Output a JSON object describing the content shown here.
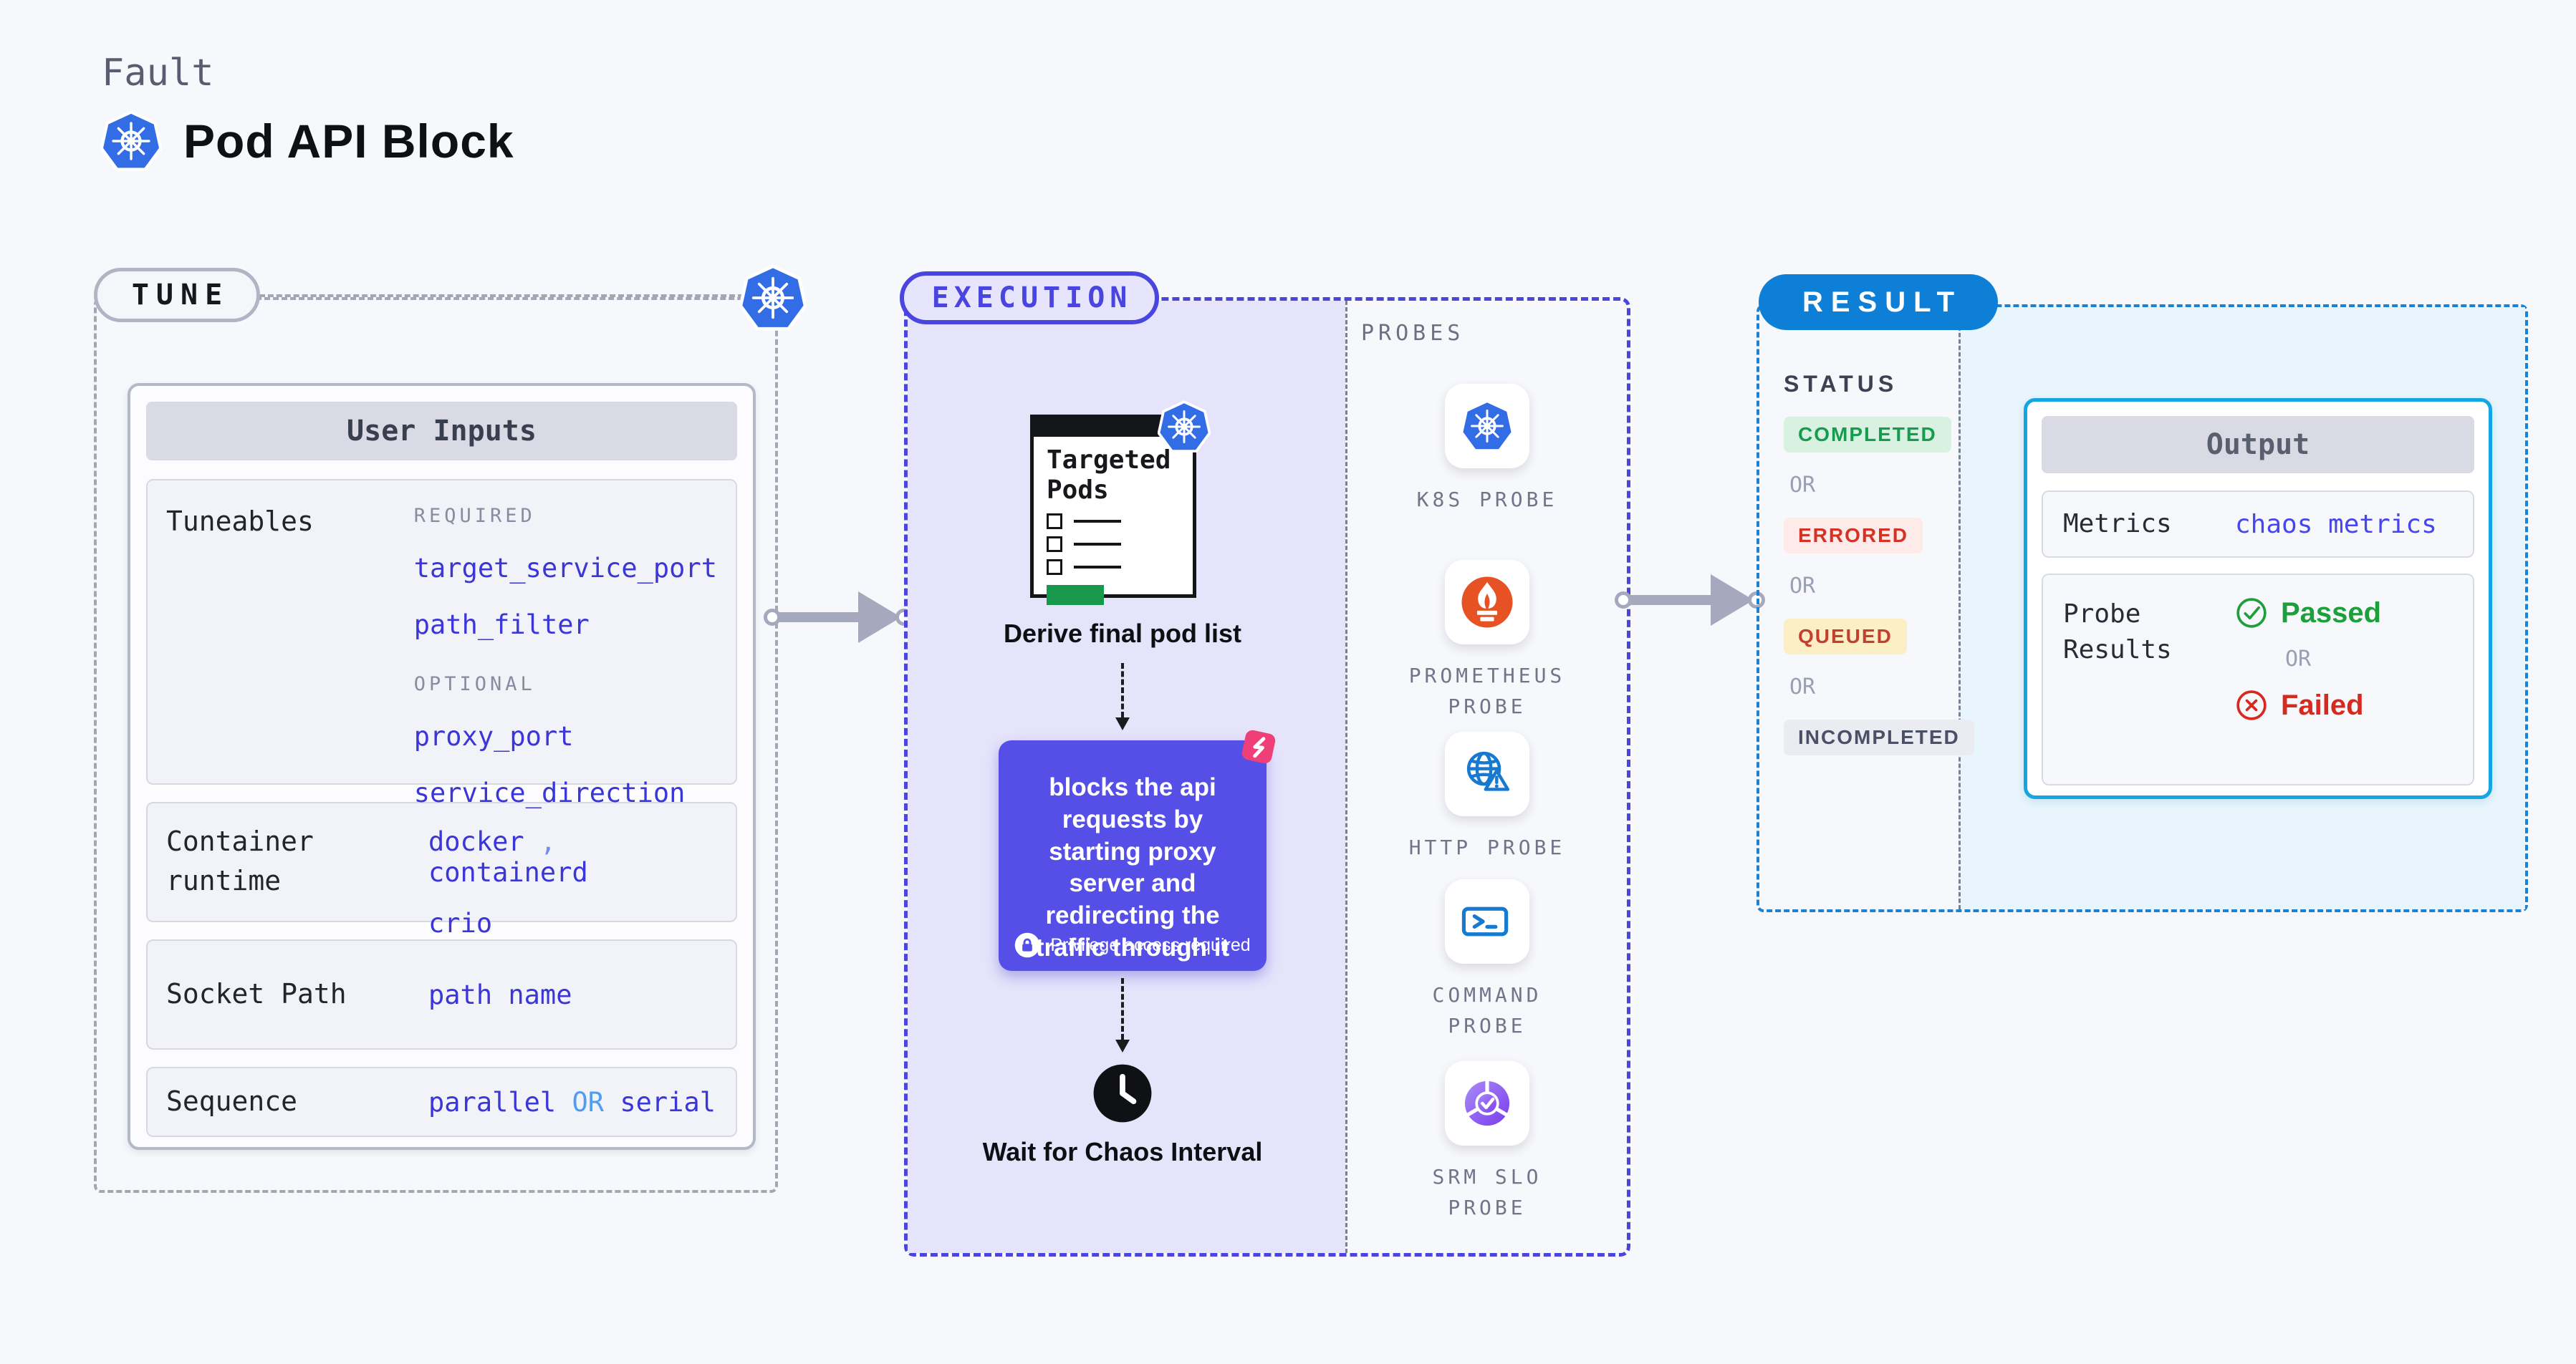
{
  "header": {
    "eyebrow": "Fault",
    "title": "Pod API Block"
  },
  "tune": {
    "pill_label": "TUNE",
    "card_title": "User Inputs",
    "tuneables": {
      "label": "Tuneables",
      "required_heading": "REQUIRED",
      "required": [
        "target_service_port",
        "path_filter"
      ],
      "optional_heading": "OPTIONAL",
      "optional": [
        "proxy_port",
        "service_direction"
      ]
    },
    "container_runtime": {
      "label": "Container runtime",
      "values": [
        "docker",
        "containerd",
        "crio"
      ],
      "separator": ","
    },
    "socket_path": {
      "label": "Socket Path",
      "value": "path name"
    },
    "sequence": {
      "label": "Sequence",
      "value_a": "parallel",
      "or": "OR",
      "value_b": "serial"
    }
  },
  "execution": {
    "pill_label": "EXECUTION",
    "doc_title": "Targeted Pods",
    "derive_label": "Derive final pod list",
    "action_text": "blocks the api requests by starting proxy server and redirecting the traffic through it",
    "privilege_text": "Privilege access required",
    "wait_label": "Wait for Chaos Interval"
  },
  "probes": {
    "title": "PROBES",
    "items": [
      {
        "label": "K8S PROBE",
        "icon": "kubernetes-icon"
      },
      {
        "label": "PROMETHEUS PROBE",
        "icon": "prometheus-icon"
      },
      {
        "label": "HTTP PROBE",
        "icon": "globe-warning-icon"
      },
      {
        "label": "COMMAND PROBE",
        "icon": "terminal-icon"
      },
      {
        "label": "SRM SLO PROBE",
        "icon": "slo-pie-icon"
      }
    ]
  },
  "result": {
    "pill_label": "RESULT",
    "status_heading": "STATUS",
    "statuses": [
      "COMPLETED",
      "ERRORED",
      "QUEUED",
      "INCOMPLETED"
    ],
    "or_label": "OR",
    "output": {
      "title": "Output",
      "metrics_label": "Metrics",
      "metrics_value": "chaos metrics",
      "probe_results_label": "Probe Results",
      "passed_label": "Passed",
      "or_label": "OR",
      "failed_label": "Failed"
    }
  },
  "colors": {
    "page_bg": "#f7f8fb",
    "kubernetes_blue": "#326de6",
    "execution_accent": "#4a45de",
    "execution_fill": "#e6e4fb",
    "action_card": "#554fe8",
    "result_accent": "#0d7fd6",
    "output_border": "#14a5e3",
    "result_fill": "#e9f5fc",
    "completed_green": "#169c4f",
    "errored_red": "#d63125",
    "queued_amber_bg": "#fcefc5",
    "passed_green": "#1d9f3c",
    "failed_red": "#d7291d",
    "value_blue": "#3b36d8",
    "prometheus_orange": "#e75225",
    "targeted_green": "#17984d",
    "chaos_pink": "#ee3f78"
  }
}
